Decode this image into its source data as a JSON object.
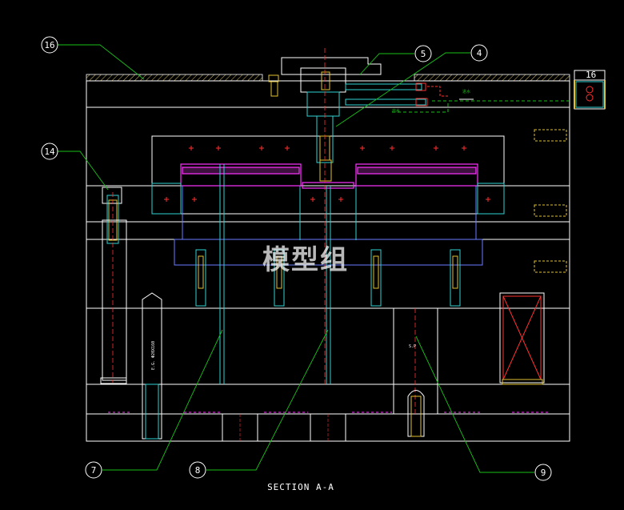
{
  "section_title": "SECTION A-A",
  "watermark": "模型组",
  "callouts": [
    "16",
    "14",
    "5",
    "4",
    "7",
    "8",
    "9"
  ],
  "detail_tag": "16",
  "part_labels": {
    "ejector_guide": "E.G. Φ20X160",
    "sprue_mark": "S.P"
  },
  "colors": {
    "background": "#000000",
    "outline": "#ffffff",
    "cavity": "#ff00ff",
    "cyan": "#00ffff",
    "yellow": "#ffff00",
    "red": "#ff2020",
    "green": "#00ff00",
    "blue": "#3050ff"
  }
}
